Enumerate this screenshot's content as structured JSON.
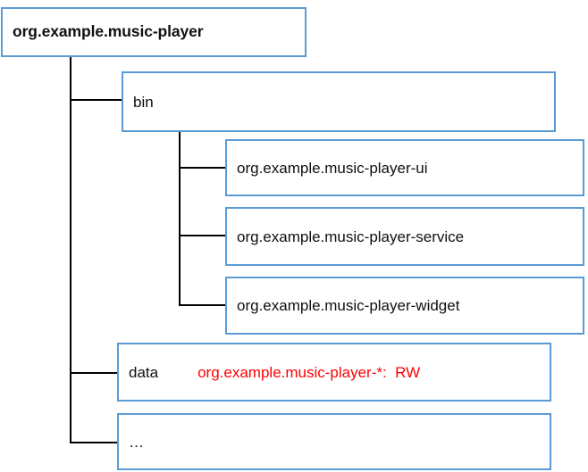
{
  "diagram": {
    "type": "tree",
    "title_node": "org.example.music-player",
    "nodes": {
      "root": {
        "label": "org.example.music-player",
        "bold": true
      },
      "bin": {
        "label": "bin"
      },
      "bin_children": [
        {
          "label": "org.example.music-player-ui"
        },
        {
          "label": "org.example.music-player-service"
        },
        {
          "label": "org.example.music-player-widget"
        }
      ],
      "data": {
        "label": "data",
        "annotation": "org.example.music-player-*:  RW"
      },
      "more": {
        "label": "…"
      }
    },
    "colors": {
      "box_border": "#5B9BD5",
      "connector": "#000000",
      "text": "#101010",
      "annotation_text": "#FF0000",
      "background": "#FFFFFF"
    }
  }
}
